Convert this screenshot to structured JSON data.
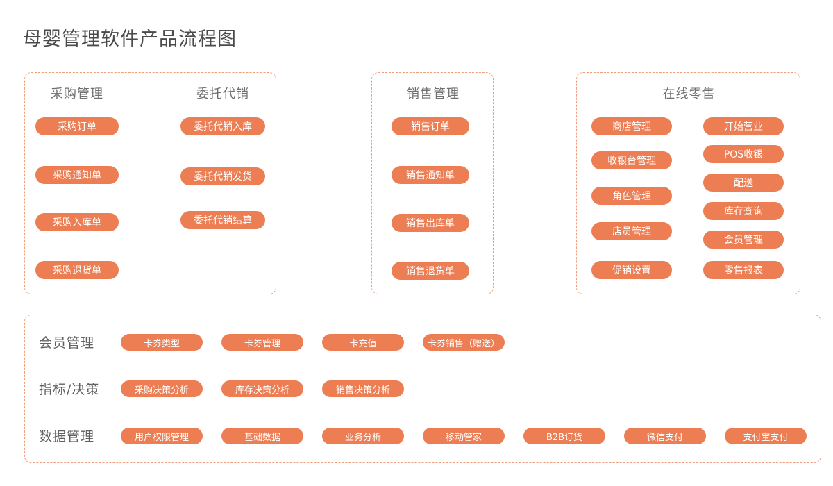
{
  "page": {
    "title": "母婴管理软件产品流程图"
  },
  "colors": {
    "accent": "#ED7D52",
    "panel_border": "#F09C78",
    "title_text": "#4A4A4A",
    "header_text": "#6F6F6F",
    "label_text": "#606060",
    "pill_text": "#FFFFFF",
    "background": "#FFFFFF"
  },
  "panels": {
    "procurement_consignment": {
      "headers": {
        "procurement": "采购管理",
        "consignment": "委托代销"
      },
      "procurement_items": [
        "采购订单",
        "采购通知单",
        "采购入库单",
        "采购退货单"
      ],
      "consignment_items": [
        "委托代销入库",
        "委托代销发货",
        "委托代销结算"
      ]
    },
    "sales": {
      "header": "销售管理",
      "items": [
        "销售订单",
        "销售通知单",
        "销售出库单",
        "销售退货单"
      ]
    },
    "online_retail": {
      "header": "在线零售",
      "left_items": [
        "商店管理",
        "收银台管理",
        "角色管理",
        "店员管理",
        "促销设置"
      ],
      "right_items": [
        "开始营业",
        "POS收银",
        "配送",
        "库存查询",
        "会员管理",
        "零售报表"
      ]
    },
    "bottom": {
      "rows": [
        {
          "label": "会员管理",
          "items": [
            "卡券类型",
            "卡券管理",
            "卡充值",
            "卡券销售（赠送）"
          ]
        },
        {
          "label": "指标/决策",
          "items": [
            "采购决策分析",
            "库存决策分析",
            "销售决策分析"
          ]
        },
        {
          "label": "数据管理",
          "items": [
            "用户权限管理",
            "基础数据",
            "业务分析",
            "移动管家",
            "B2B订货",
            "微信支付",
            "支付宝支付"
          ]
        }
      ]
    }
  }
}
